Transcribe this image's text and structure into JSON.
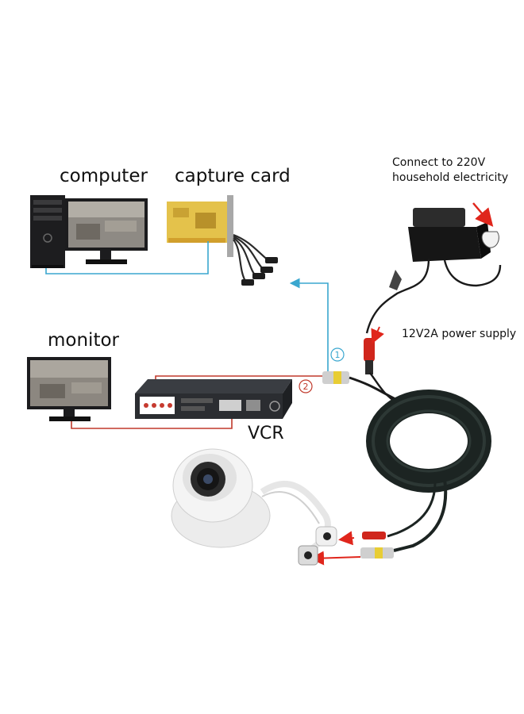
{
  "labels": {
    "computer": "computer",
    "capture_card": "capture card",
    "monitor": "monitor",
    "vcr": "VCR",
    "power_note_line1": "Connect to 220V",
    "power_note_line2": "household electricity",
    "power_supply": "12V2A power supply"
  },
  "markers": {
    "m1": "1",
    "m2": "2"
  },
  "colors": {
    "blue_line": "#3aa7cf",
    "red_line": "#c0392b",
    "arrow_red": "#e0261c",
    "cable": "#1c2422",
    "capture_card": "#e4c24b",
    "dvr_body": "#2b2d31",
    "camera": "#ececec"
  }
}
